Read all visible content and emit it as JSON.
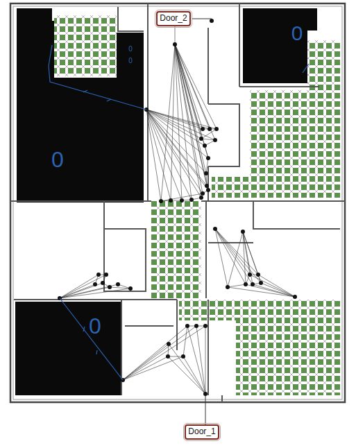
{
  "diagram": {
    "nodes": [
      {
        "text": [
          "Door_2"
        ]
      },
      {
        "text": [
          "Door_1"
        ]
      }
    ],
    "labels": [
      "0",
      "0",
      "0",
      "0",
      "0"
    ]
  }
}
